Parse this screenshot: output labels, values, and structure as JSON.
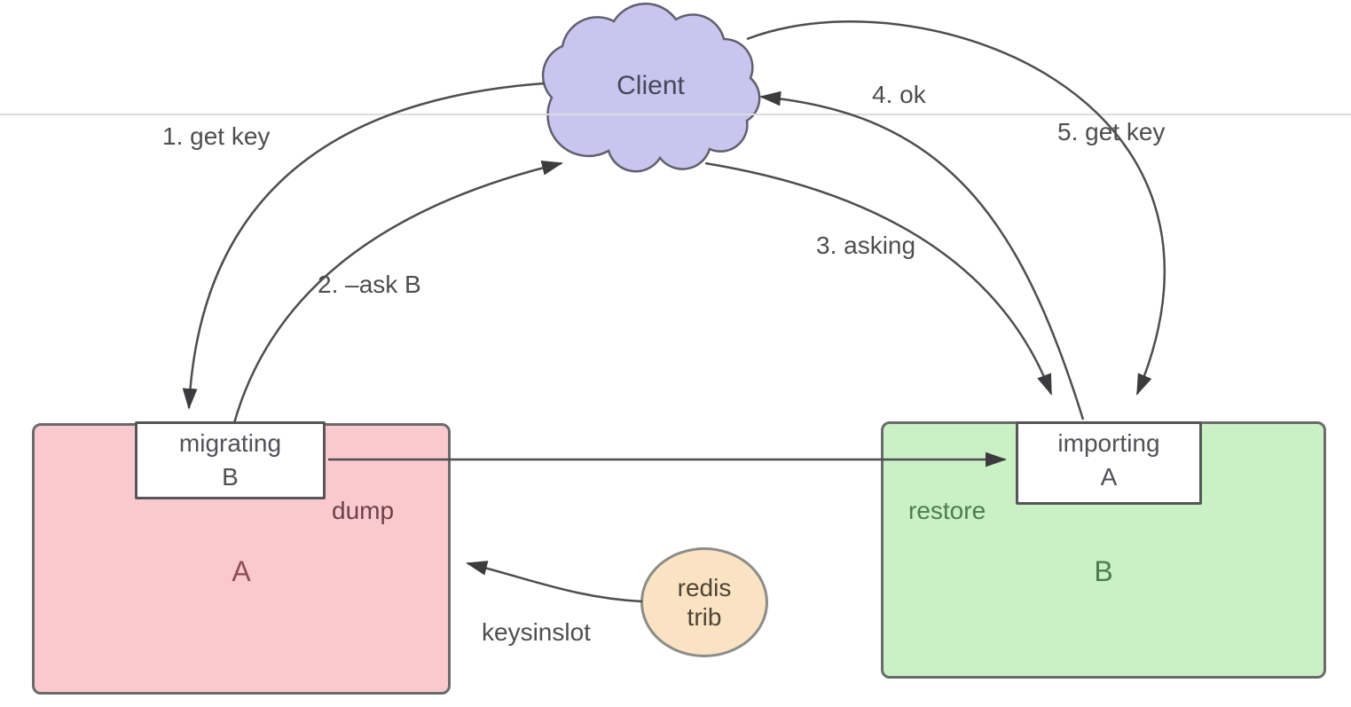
{
  "cloud": {
    "label": "Client"
  },
  "steps": {
    "s1": "1. get key",
    "s2": "2. –ask B",
    "s3": "3. asking",
    "s4": "4. ok",
    "s5": "5. get key"
  },
  "node_a": {
    "name": "A",
    "slot_state_line1": "migrating",
    "slot_state_line2": "B",
    "command": "dump"
  },
  "node_b": {
    "name": "B",
    "slot_state_line1": "importing",
    "slot_state_line2": "A",
    "command": "restore"
  },
  "redis_trib": {
    "label_line1": "redis",
    "label_line2": "trib",
    "command": "keysinslot"
  },
  "colors": {
    "cloud_fill": "#c9c5ef",
    "cloud_border": "#60606e",
    "node_a_fill": "#f9c9cd",
    "node_b_fill": "#c9f1c5",
    "node_border": "#6b6b6b",
    "redis_trib_fill": "#fae3c2",
    "arrow": "#4e4e50",
    "node_a_text": "#8e4e58",
    "node_b_text": "#4e7d52",
    "tag_text": "#515156",
    "separator_line": "#dcdcdc"
  }
}
